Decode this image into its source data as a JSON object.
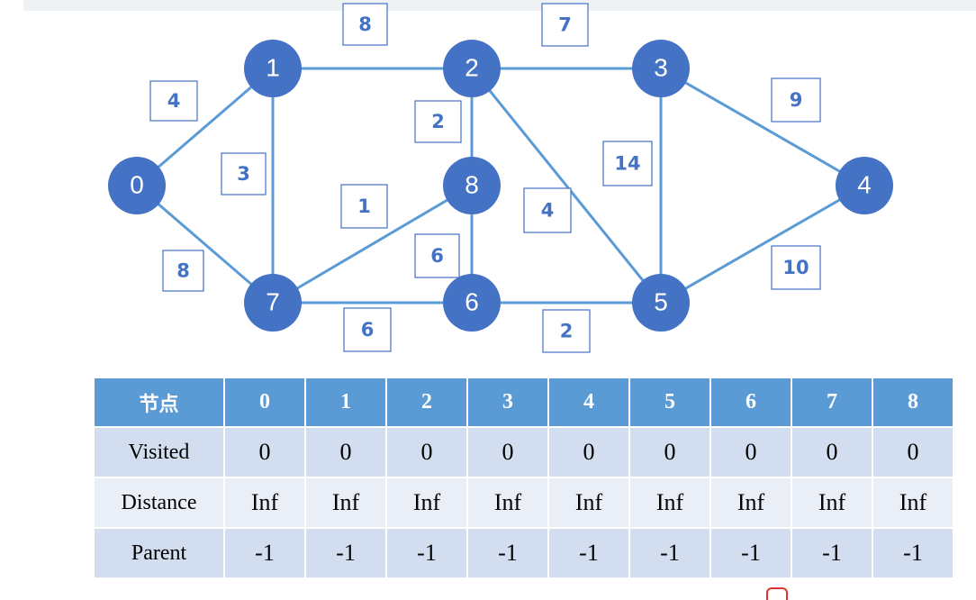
{
  "graph": {
    "nodes": [
      "0",
      "1",
      "2",
      "3",
      "4",
      "5",
      "6",
      "7",
      "8"
    ],
    "edges": [
      {
        "from": "0",
        "to": "1",
        "weight": "4"
      },
      {
        "from": "0",
        "to": "7",
        "weight": "8"
      },
      {
        "from": "1",
        "to": "2",
        "weight": "8"
      },
      {
        "from": "1",
        "to": "7",
        "weight": "3"
      },
      {
        "from": "2",
        "to": "3",
        "weight": "7"
      },
      {
        "from": "2",
        "to": "8",
        "weight": "2"
      },
      {
        "from": "2",
        "to": "5",
        "weight": "4"
      },
      {
        "from": "3",
        "to": "4",
        "weight": "9"
      },
      {
        "from": "3",
        "to": "5",
        "weight": "14"
      },
      {
        "from": "4",
        "to": "5",
        "weight": "10"
      },
      {
        "from": "5",
        "to": "6",
        "weight": "2"
      },
      {
        "from": "6",
        "to": "7",
        "weight": "6"
      },
      {
        "from": "6",
        "to": "8",
        "weight": "6"
      },
      {
        "from": "7",
        "to": "8",
        "weight": "1"
      }
    ],
    "colors": {
      "node_fill": "#4472c4",
      "edge": "#5b9bd5",
      "weight_text": "#4472c4"
    }
  },
  "table": {
    "header_label": "节点",
    "columns": [
      "0",
      "1",
      "2",
      "3",
      "4",
      "5",
      "6",
      "7",
      "8"
    ],
    "rows": [
      {
        "label": "Visited",
        "values": [
          "0",
          "0",
          "0",
          "0",
          "0",
          "0",
          "0",
          "0",
          "0"
        ]
      },
      {
        "label": "Distance",
        "values": [
          "Inf",
          "Inf",
          "Inf",
          "Inf",
          "Inf",
          "Inf",
          "Inf",
          "Inf",
          "Inf"
        ]
      },
      {
        "label": "Parent",
        "values": [
          "-1",
          "-1",
          "-1",
          "-1",
          "-1",
          "-1",
          "-1",
          "-1",
          "-1"
        ]
      }
    ],
    "colors": {
      "header": "#5b9bd5",
      "row_dark": "#d2deef",
      "row_light": "#eaeff7"
    }
  }
}
